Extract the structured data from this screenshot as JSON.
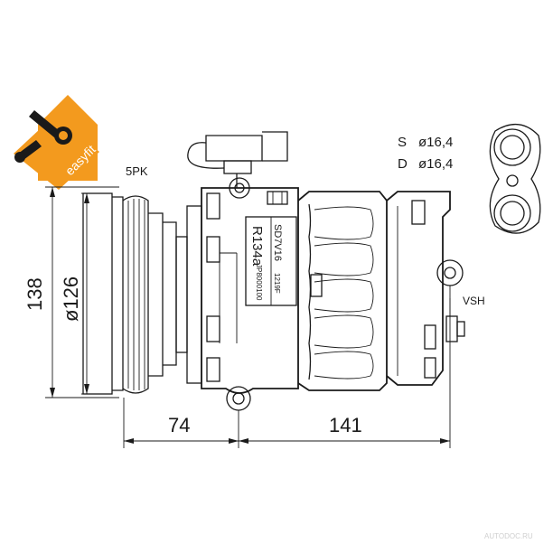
{
  "badge": {
    "text": "easyfit",
    "color": "#f39a1e"
  },
  "spec": {
    "suction_label": "S",
    "suction_value": "ø16,4",
    "discharge_label": "D",
    "discharge_value": "ø16,4"
  },
  "labels": {
    "belt": "5PK",
    "valve": "VSH",
    "model": "SD7V16",
    "refrigerant": "R134a",
    "code1": "1219F",
    "code2": "JP8000100"
  },
  "dimensions": {
    "height": "138",
    "pulley_diameter": "ø126",
    "front_length": "74",
    "body_length": "141"
  },
  "watermark": "AUTODOC.RU"
}
